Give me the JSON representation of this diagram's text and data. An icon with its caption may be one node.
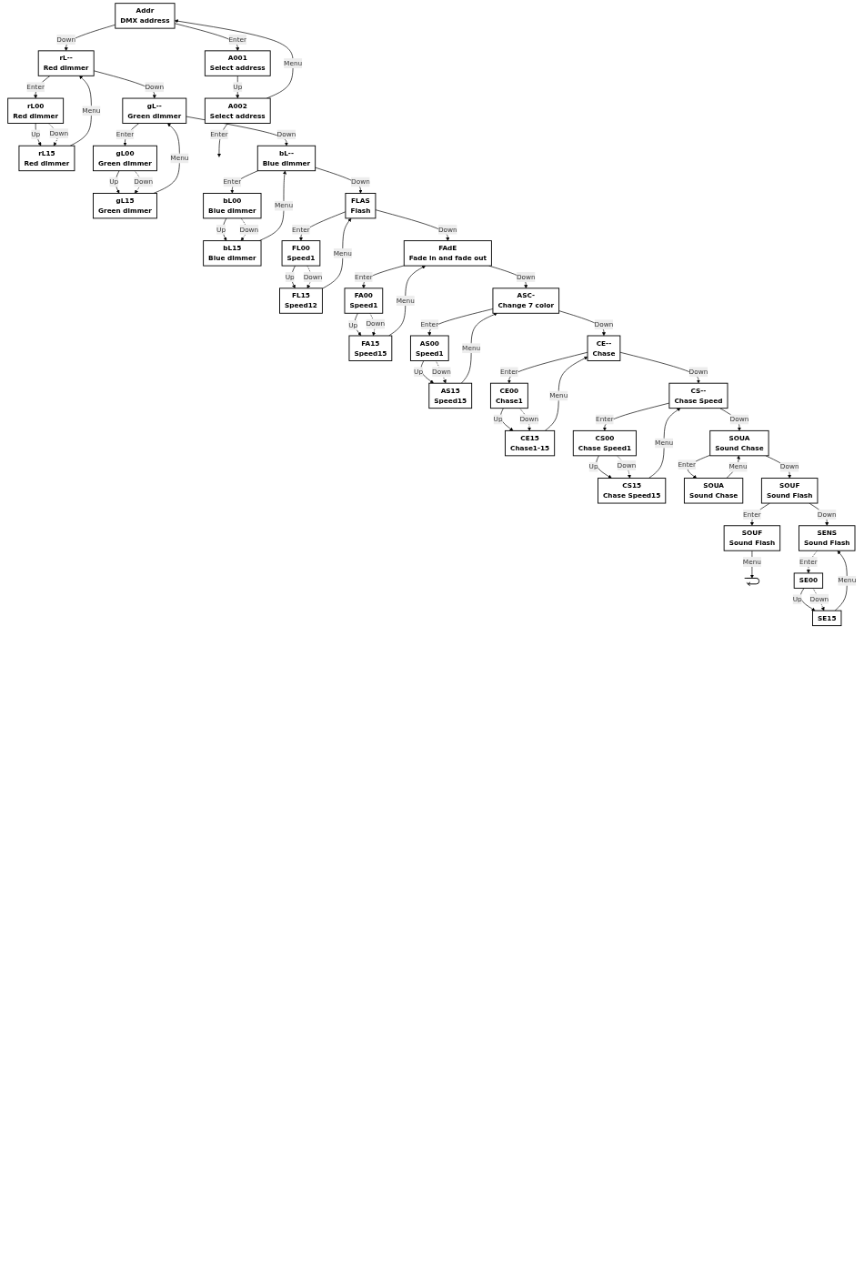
{
  "diagram": {
    "nodes": [
      {
        "text": [
          "Addr",
          "DMX address"
        ]
      },
      {
        "text": [
          "A001",
          "Select address"
        ]
      },
      {
        "text": [
          "A002",
          "Select address"
        ]
      },
      {
        "text": [
          "rL--",
          "Red dimmer"
        ]
      },
      {
        "text": [
          "rL00",
          "Red dimmer"
        ]
      },
      {
        "text": [
          "rL15",
          "Red dimmer"
        ]
      },
      {
        "text": [
          "gL--",
          "Green dimmer"
        ]
      },
      {
        "text": [
          "gL00",
          "Green dimmer"
        ]
      },
      {
        "text": [
          "gL15",
          "Green dimmer"
        ]
      },
      {
        "text": [
          "bL--",
          "Blue dimmer"
        ]
      },
      {
        "text": [
          "bL00",
          "Blue dimmer"
        ]
      },
      {
        "text": [
          "bL15",
          "Blue dimmer"
        ]
      },
      {
        "text": [
          "FLAS",
          "Flash"
        ]
      },
      {
        "text": [
          "FL00",
          "Speed1"
        ]
      },
      {
        "text": [
          "FL15",
          "Speed12"
        ]
      },
      {
        "text": [
          "FAdE",
          "Fade in and fade out"
        ]
      },
      {
        "text": [
          "FA00",
          "Speed1"
        ]
      },
      {
        "text": [
          "FA15",
          "Speed15"
        ]
      },
      {
        "text": [
          "ASC-",
          "Change 7 color"
        ]
      },
      {
        "text": [
          "AS00",
          "Speed1"
        ]
      },
      {
        "text": [
          "AS15",
          "Speed15"
        ]
      },
      {
        "text": [
          "CE--",
          "Chase"
        ]
      },
      {
        "text": [
          "CE00",
          "Chase1"
        ]
      },
      {
        "text": [
          "CE15",
          "Chase1-15"
        ]
      },
      {
        "text": [
          "CS--",
          "Chase Speed"
        ]
      },
      {
        "text": [
          "CS00",
          "Chase Speed1"
        ]
      },
      {
        "text": [
          "CS15",
          "Chase Speed15"
        ]
      },
      {
        "text": [
          "SOUA",
          "Sound Chase"
        ]
      },
      {
        "text": [
          "SOUA",
          "Sound Chase"
        ]
      },
      {
        "text": [
          "SOUF",
          "Sound Flash"
        ]
      },
      {
        "text": [
          "SOUF",
          "Sound Flash"
        ]
      },
      {
        "text": [],
        "shape": "box"
      },
      {
        "text": [
          "SENS",
          "Sound Flash"
        ]
      },
      {
        "text": [
          "SE00"
        ]
      },
      {
        "text": [
          "SE15"
        ]
      }
    ],
    "edges": [
      {
        "from": 0,
        "to": 1,
        "arrow": "to",
        "label": "Enter"
      },
      {
        "from": 1,
        "to": 2,
        "arrow": "to",
        "label": "Up"
      },
      {
        "from": 2,
        "to": null,
        "arrow": "to",
        "label": "Enter"
      },
      {
        "from": 2,
        "to": 0,
        "arrow": "to",
        "label": "Menu"
      },
      {
        "from": 0,
        "to": 3,
        "arrow": "to",
        "label": "Down"
      },
      {
        "from": 3,
        "to": 4,
        "arrow": "to",
        "label": "Enter"
      },
      {
        "from": 4,
        "to": 5,
        "arrow": "to",
        "label": "Up"
      },
      {
        "from": 4,
        "to": 5,
        "arrow": "to",
        "label": "Down",
        "style": "dashed"
      },
      {
        "from": 5,
        "to": 3,
        "arrow": "to",
        "label": "Menu"
      },
      {
        "from": 3,
        "to": 6,
        "arrow": "to",
        "label": "Down"
      },
      {
        "from": 6,
        "to": 7,
        "arrow": "to",
        "label": "Enter"
      },
      {
        "from": 7,
        "to": 8,
        "arrow": "to",
        "label": "Up"
      },
      {
        "from": 7,
        "to": 8,
        "arrow": "to",
        "label": "Down",
        "style": "dashed"
      },
      {
        "from": 8,
        "to": 6,
        "arrow": "to",
        "label": "Menu"
      },
      {
        "from": 6,
        "to": 9,
        "arrow": "to",
        "label": "Down"
      },
      {
        "from": 9,
        "to": 10,
        "arrow": "to",
        "label": "Enter"
      },
      {
        "from": 10,
        "to": 11,
        "arrow": "to",
        "label": "Up"
      },
      {
        "from": 10,
        "to": 11,
        "arrow": "to",
        "label": "Down",
        "style": "dashed"
      },
      {
        "from": 11,
        "to": 9,
        "arrow": "to",
        "label": "Menu"
      },
      {
        "from": 9,
        "to": 12,
        "arrow": "to",
        "label": "Down"
      },
      {
        "from": 12,
        "to": 13,
        "arrow": "to",
        "label": "Enter"
      },
      {
        "from": 13,
        "to": 14,
        "arrow": "to",
        "label": "Up"
      },
      {
        "from": 13,
        "to": 14,
        "arrow": "to",
        "label": "Down",
        "style": "dashed"
      },
      {
        "from": 14,
        "to": 12,
        "arrow": "to",
        "label": "Menu"
      },
      {
        "from": 12,
        "to": 15,
        "arrow": "to",
        "label": "Down"
      },
      {
        "from": 15,
        "to": 16,
        "arrow": "to",
        "label": "Enter"
      },
      {
        "from": 16,
        "to": 17,
        "arrow": "to",
        "label": "Up"
      },
      {
        "from": 16,
        "to": 17,
        "arrow": "to",
        "label": "Down",
        "style": "dashed"
      },
      {
        "from": 17,
        "to": 15,
        "arrow": "to",
        "label": "Menu"
      },
      {
        "from": 15,
        "to": 18,
        "arrow": "to",
        "label": "Down"
      },
      {
        "from": 18,
        "to": 19,
        "arrow": "to",
        "label": "Enter"
      },
      {
        "from": 19,
        "to": 20,
        "arrow": "to",
        "label": "Up"
      },
      {
        "from": 19,
        "to": 20,
        "arrow": "to",
        "label": "Down",
        "style": "dashed"
      },
      {
        "from": 20,
        "to": 18,
        "arrow": "to",
        "label": "Menu"
      },
      {
        "from": 18,
        "to": 21,
        "arrow": "to",
        "label": "Down"
      },
      {
        "from": 21,
        "to": 22,
        "arrow": "to",
        "label": "Enter"
      },
      {
        "from": 22,
        "to": 23,
        "arrow": "to",
        "label": "Up"
      },
      {
        "from": 22,
        "to": 23,
        "arrow": "to",
        "label": "Down",
        "style": "dashed"
      },
      {
        "from": 23,
        "to": 21,
        "arrow": "to",
        "label": "Menu"
      },
      {
        "from": 21,
        "to": 24,
        "arrow": "to",
        "label": "Down"
      },
      {
        "from": 24,
        "to": 25,
        "arrow": "to",
        "label": "Enter"
      },
      {
        "from": 25,
        "to": 26,
        "arrow": "to",
        "label": "Up"
      },
      {
        "from": 25,
        "to": 26,
        "arrow": "to",
        "label": "Down",
        "style": "dashed"
      },
      {
        "from": 26,
        "to": 24,
        "arrow": "to",
        "label": "Menu"
      },
      {
        "from": 24,
        "to": 27,
        "arrow": "to",
        "label": "Down"
      },
      {
        "from": 27,
        "to": 28,
        "arrow": "to",
        "label": "Enter"
      },
      {
        "from": 28,
        "to": 27,
        "arrow": "to",
        "label": "Menu"
      },
      {
        "from": 27,
        "to": 29,
        "arrow": "to",
        "label": "Down"
      },
      {
        "from": 29,
        "to": 30,
        "arrow": "to",
        "label": "Enter"
      },
      {
        "from": 30,
        "to": 31,
        "arrow": "to",
        "label": "Menu"
      },
      {
        "from": 29,
        "to": 32,
        "arrow": "to",
        "label": "Down"
      },
      {
        "from": 32,
        "to": 33,
        "arrow": "to",
        "label": "Enter",
        "style": "dashed"
      },
      {
        "from": 33,
        "to": 34,
        "arrow": "to",
        "label": "Up"
      },
      {
        "from": 33,
        "to": 34,
        "arrow": "to",
        "label": "Down",
        "style": "dashed"
      },
      {
        "from": 34,
        "to": 32,
        "arrow": "to",
        "label": "Menu"
      }
    ]
  }
}
